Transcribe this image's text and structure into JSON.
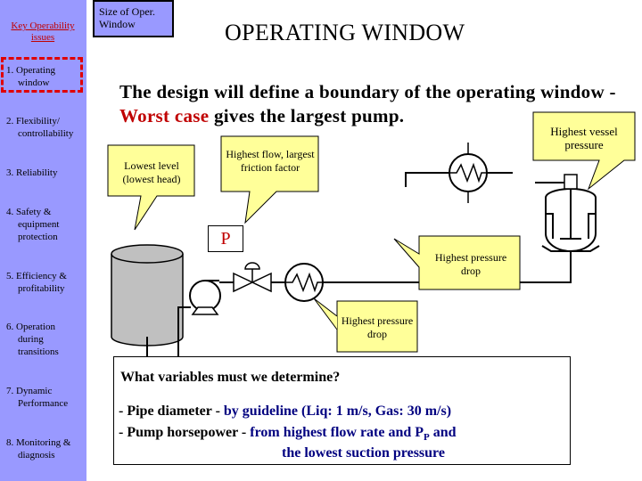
{
  "sidebar": {
    "key_title": "Key Operability issues",
    "items": [
      {
        "num": "1. Operating",
        "rest": "window"
      },
      {
        "num": "2. Flexibility/",
        "rest": "controllability"
      },
      {
        "num": "3. Reliability",
        "rest": ""
      },
      {
        "num": "4. Safety &",
        "rest": "equipment protection"
      },
      {
        "num": "5. Efficiency &",
        "rest": "profitability"
      },
      {
        "num": "6. Operation",
        "rest": "during transitions"
      },
      {
        "num": "7. Dynamic",
        "rest": "Performance"
      },
      {
        "num": "8. Monitoring &",
        "rest": "diagnosis"
      }
    ]
  },
  "size_tab": {
    "line1": "Size of Oper.",
    "line2": "Window"
  },
  "title": "OPERATING WINDOW",
  "subtitle": {
    "part1": "The design will define a boundary of the operating window - ",
    "highlight": "Worst case",
    "part2": " gives the largest pump."
  },
  "callouts": {
    "lowest_level": "Lowest level (lowest head)",
    "highest_flow": "Highest flow, largest friction factor",
    "highest_vessel": "Highest vessel pressure",
    "pressure_drop_1": "Highest pressure drop",
    "pressure_drop_2": "Highest pressure drop"
  },
  "p_label": "P",
  "questions": {
    "question": "What variables must we determine?",
    "line1_a": "- Pipe diameter - ",
    "line1_b": "by guideline (Liq: 1 m/s, Gas: 30 m/s)",
    "line2_a": "- Pump horsepower - ",
    "line2_b": "from highest flow rate and  P",
    "line2_sub": "P",
    "line2_c": " and",
    "line3": "the lowest suction pressure"
  },
  "colors": {
    "sidebar": "#9999ff",
    "callout": "#ffff99",
    "accent_red": "#c00000",
    "blue_text": "#000080"
  }
}
